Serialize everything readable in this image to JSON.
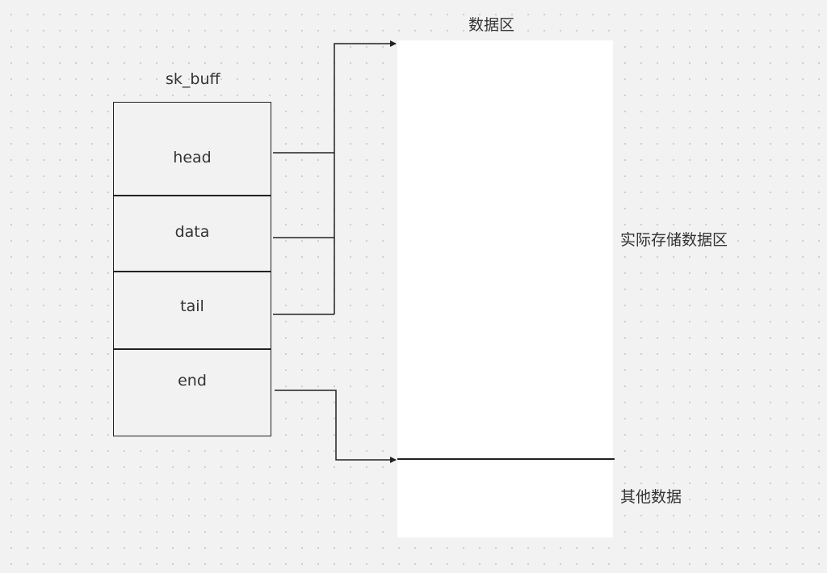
{
  "diagram": {
    "sk_buff": {
      "title": "sk_buff",
      "fields": {
        "head": "head",
        "data": "data",
        "tail": "tail",
        "end": "end"
      }
    },
    "data_area": {
      "title": "数据区",
      "actual_storage_label": "实际存储数据区",
      "other_data_label": "其他数据"
    },
    "colors": {
      "background": "#f2f2f2",
      "grid_dot": "#c8c8c8",
      "line": "#222222",
      "data_area_fill": "#ffffff",
      "text": "#333333"
    }
  }
}
